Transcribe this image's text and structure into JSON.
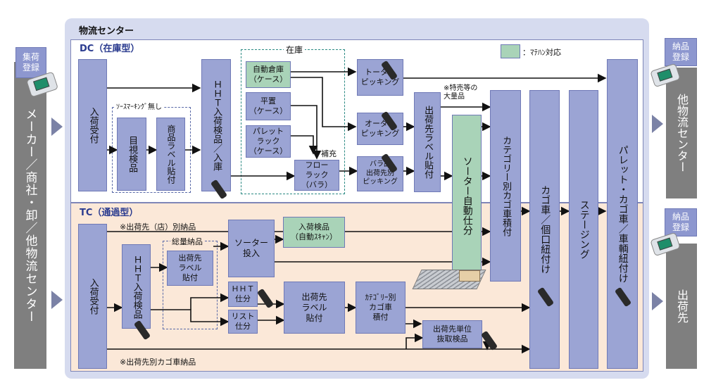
{
  "center_title": "物流センター",
  "dc": {
    "title": "DC（在庫型）",
    "zaiko_label": "在庫",
    "source_marking_label": "ｿｰｽﾏｰｷﾝｸﾞ無し",
    "hojuu_label": "補充",
    "tokubai_note": "※特売等の\n大量品"
  },
  "tc": {
    "title": "TC（通過型）",
    "note_top": "※出荷先（店）別納品",
    "note_bottom": "※出荷先別カゴ車納品",
    "souryou_label": "総量納品"
  },
  "legend": {
    "text": "：ﾏﾃﾊﾝ対応",
    "color": "#a9d3b8"
  },
  "left": {
    "tag": "集荷\n登録",
    "label": "メーカー／商社・卸／他物流センター"
  },
  "right_top": {
    "tag": "納品\n登録",
    "label": "他物流センター"
  },
  "right_bottom": {
    "tag": "納品\n登録",
    "label": "出荷先"
  },
  "boxes": {
    "dc_nyuka": "入荷受付",
    "dc_mokushi": "目視検品",
    "dc_label": "商品ラベル貼付",
    "dc_hht": "ＨＨＴ入荷検品／入庫",
    "auto_soko": "自動倉庫\n（ケース）",
    "heichi": "平置\n（ケース）",
    "pallet_rack": "パレット\nラック\n（ケース）",
    "flow_rack": "フロー\nラック\n（バラ）",
    "total_picking": "トータル\nピッキング",
    "order_picking": "オーダー\nピッキング",
    "bara_picking": "バラ品\n出荷先別\nピッキング",
    "shukka_label": "出荷先ラベル貼付",
    "sorter_auto": "ソーター自動仕分",
    "category_kago": "カテゴリー別カゴ車積付",
    "kago_koguchi": "カゴ車／個口紐付け",
    "staging": "ステージング",
    "pallet_kago": "パレット・カゴ車／車輌紐付け",
    "tc_nyuka": "入荷受付",
    "tc_hht": "ＨＨＴ入荷検品",
    "tc_label": "出荷先\nラベル\n貼付",
    "sorter_tounyu": "ソーター\n投入",
    "nyuka_kenpin_auto": "入荷検品\n（自動ｽｷｬﾝ）",
    "hht_shiwake": "ＨＨＴ\n仕分",
    "list_shiwake": "リスト\n仕分",
    "tc_shukka_label": "出荷先\nラベル\n貼付",
    "category_kago_tc": "ｶﾃｺﾞﾘｰ別\nカゴ車\n積付",
    "bassui": "出荷先単位\n抜取検品"
  }
}
